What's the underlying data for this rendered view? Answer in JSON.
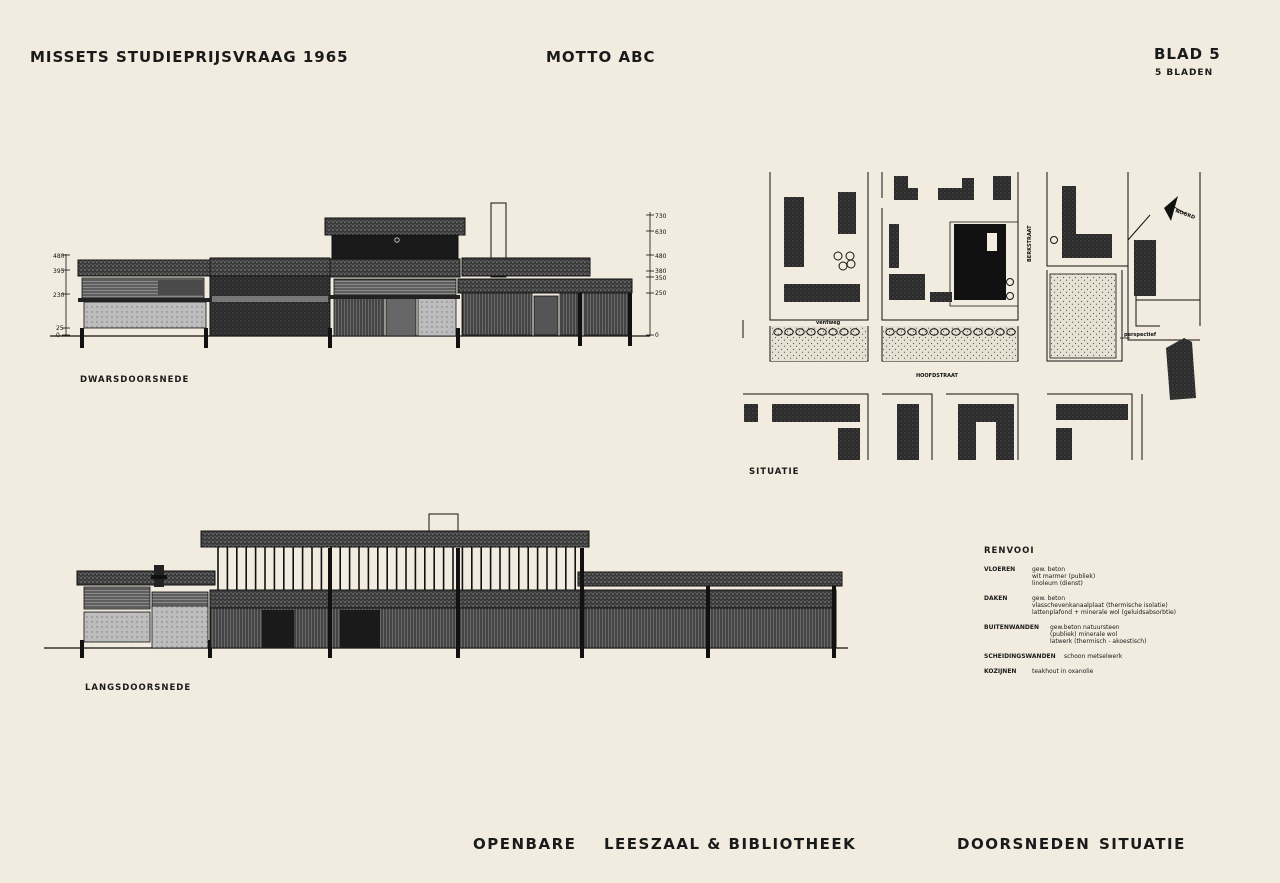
{
  "header": {
    "left_title": "MISSETS   STUDIEPRIJSVRAAG   1965",
    "motto": "MOTTO  ABC",
    "sheet": "BLAD  5",
    "sheet_count": "5 BLADEN"
  },
  "sections": {
    "cross_section_label": "DWARSDOORSNEDE",
    "long_section_label": "LANGSDOORSNEDE",
    "site_label": "SITUATIE"
  },
  "cross_section": {
    "left_dimensions": [
      "480",
      "395",
      "230",
      "25",
      "0"
    ],
    "right_dimensions": [
      "730",
      "630",
      "480",
      "380",
      "350",
      "250",
      "0"
    ]
  },
  "site_plan": {
    "streets": {
      "west": "ventweg",
      "main": "HOOFDSTRAAT",
      "east": "BERKSTRAAT"
    },
    "north": "NOORD",
    "perspective": "perspectief"
  },
  "legend": {
    "title": "RENVOOI",
    "groups": [
      {
        "label": "VLOEREN",
        "lines": [
          "gew. beton",
          "wit marmer   (publiek)",
          "linoleum     (dienst)"
        ]
      },
      {
        "label": "DAKEN",
        "lines": [
          "gew. beton",
          "vlasschevenkanaalplaat    (thermische isolatie)",
          "lattenplafond + minerale wol   (geluidsabsorbtie)"
        ]
      },
      {
        "label": "BUITENWANDEN",
        "lines": [
          "gew.beton  natuursteen",
          "(publiek)   minerale wol",
          "latwerk   (thermisch - akoestisch)"
        ]
      },
      {
        "label": "SCHEIDINGSWANDEN",
        "lines": [
          "schoon metselwerk"
        ]
      },
      {
        "label": "KOZIJNEN",
        "lines": [
          "teakhout  in oxanolie"
        ]
      }
    ]
  },
  "footer": {
    "title_left": "OPENBARE",
    "title_main": "LEESZAAL  &  BIBLIOTHEEK",
    "sheet_subject_1": "DOORSNEDEN",
    "sheet_subject_2": "SITUATIE"
  }
}
